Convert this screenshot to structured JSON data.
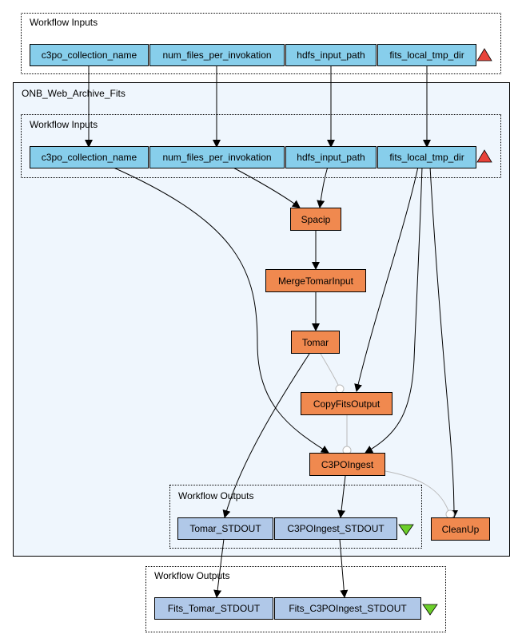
{
  "clusters": {
    "top_inputs": "Workflow Inputs",
    "nested": "ONB_Web_Archive_Fits",
    "inner_inputs": "Workflow Inputs",
    "inner_outputs": "Workflow Outputs",
    "bottom_outputs": "Workflow Outputs"
  },
  "nodes": {
    "top_c3po": "c3po_collection_name",
    "top_numfiles": "num_files_per_invokation",
    "top_hdfs": "hdfs_input_path",
    "top_fits": "fits_local_tmp_dir",
    "in_c3po": "c3po_collection_name",
    "in_numfiles": "num_files_per_invokation",
    "in_hdfs": "hdfs_input_path",
    "in_fits": "fits_local_tmp_dir",
    "spacip": "Spacip",
    "merge": "MergeTomarInput",
    "tomar": "Tomar",
    "copyfits": "CopyFitsOutput",
    "c3poingest": "C3POIngest",
    "cleanup": "CleanUp",
    "out_tomar": "Tomar_STDOUT",
    "out_c3po": "C3POIngest_STDOUT",
    "final_tomar": "Fits_Tomar_STDOUT",
    "final_c3po": "Fits_C3POIngest_STDOUT"
  },
  "colors": {
    "input": "#87ceeb",
    "processor": "#f0894f",
    "output": "#b0c8e8",
    "nested_bg": "#eff6fd",
    "input_marker": "#e8433a",
    "output_marker": "#6ccf2a",
    "control_link": "#bbbbbb"
  },
  "icons": {
    "input_marker": "red-up-triangle-icon",
    "output_marker": "green-down-triangle-icon"
  }
}
